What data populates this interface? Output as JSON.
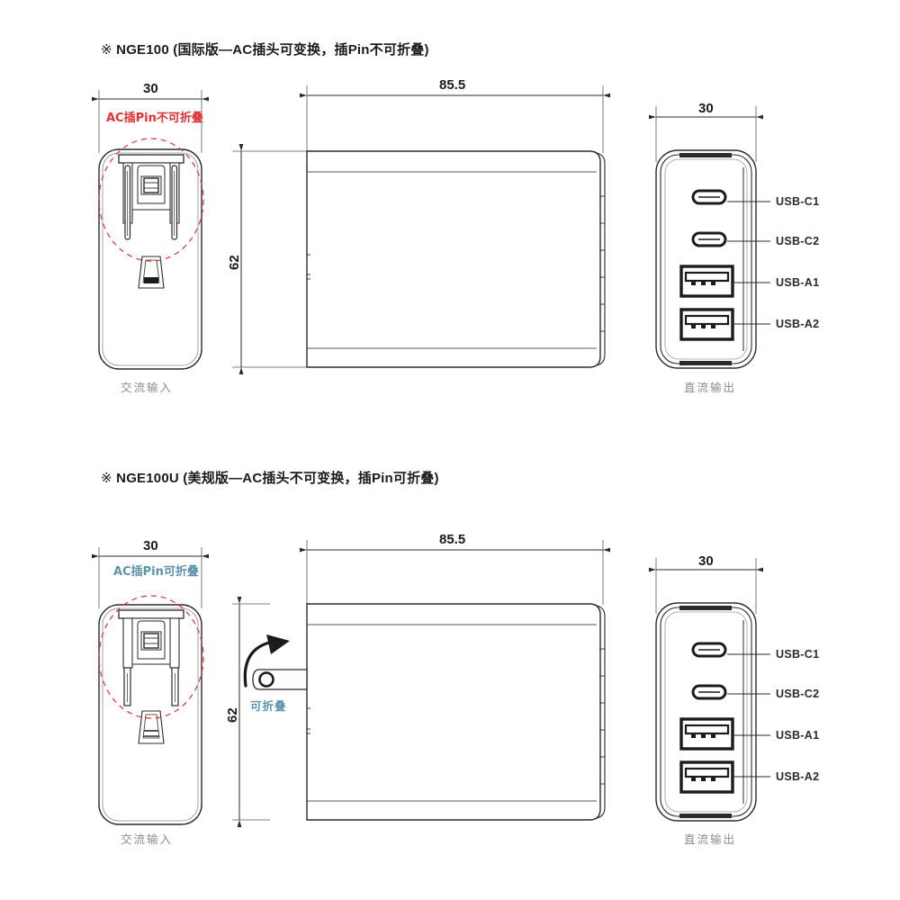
{
  "document": {
    "type": "mechanical-dimension-drawing",
    "unit": "mm"
  },
  "sections": [
    {
      "id": "nge100",
      "heading": {
        "mark": "※",
        "model": "NGE100",
        "description": "(国际版—AC插头可变换，插Pin不可折叠)"
      },
      "views": {
        "left": {
          "caption": "交流输入",
          "width_dim": "30",
          "callout": "AC插Pin不可折叠",
          "callout_color": "#e03030",
          "plug_type": "eu-round-pin",
          "foldable": false
        },
        "front": {
          "width_dim": "85.5",
          "height_dim": "62"
        },
        "right": {
          "caption": "直流输出",
          "width_dim": "30",
          "ports": [
            {
              "label": "USB-C1",
              "type": "usb-c"
            },
            {
              "label": "USB-C2",
              "type": "usb-c"
            },
            {
              "label": "USB-A1",
              "type": "usb-a"
            },
            {
              "label": "USB-A2",
              "type": "usb-a"
            }
          ]
        }
      }
    },
    {
      "id": "nge100u",
      "heading": {
        "mark": "※",
        "model": "NGE100U",
        "description": "(美规版—AC插头不可变换，插Pin可折叠)"
      },
      "views": {
        "left": {
          "caption": "交流输入",
          "width_dim": "30",
          "callout": "AC插Pin可折叠",
          "callout_color": "#5d93ab",
          "plug_type": "us-flat-blade",
          "foldable": true
        },
        "front": {
          "width_dim": "85.5",
          "height_dim": "62",
          "fold_note": "可折叠",
          "fold_note_color": "#5d93ab"
        },
        "right": {
          "caption": "直流输出",
          "width_dim": "30",
          "ports": [
            {
              "label": "USB-C1",
              "type": "usb-c"
            },
            {
              "label": "USB-C2",
              "type": "usb-c"
            },
            {
              "label": "USB-A1",
              "type": "usb-a"
            },
            {
              "label": "USB-A2",
              "type": "usb-a"
            }
          ]
        }
      }
    }
  ],
  "colors": {
    "line": "#2b2b2b",
    "thin_line": "#5a5a5a",
    "red": "#e03030",
    "blue": "#5d93ab",
    "gray_text": "#8c8c8c"
  }
}
